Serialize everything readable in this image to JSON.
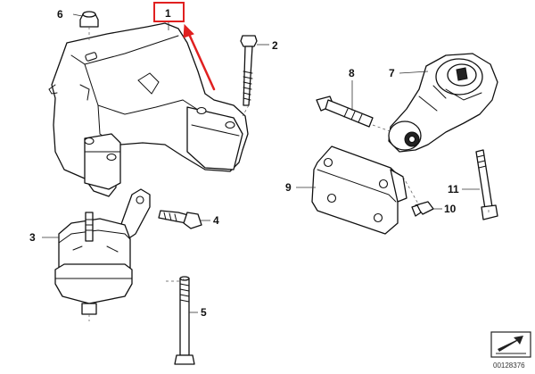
{
  "diagram": {
    "highlight_color": "#e02020",
    "callouts": [
      {
        "id": "1",
        "label": "1"
      },
      {
        "id": "2",
        "label": "2"
      },
      {
        "id": "3",
        "label": "3"
      },
      {
        "id": "4",
        "label": "4"
      },
      {
        "id": "5",
        "label": "5"
      },
      {
        "id": "6",
        "label": "6"
      },
      {
        "id": "7",
        "label": "7"
      },
      {
        "id": "8",
        "label": "8"
      },
      {
        "id": "9",
        "label": "9"
      },
      {
        "id": "10",
        "label": "10"
      },
      {
        "id": "11",
        "label": "11"
      }
    ],
    "reference_number": "00128376",
    "icon": "pointer-arrow-icon"
  }
}
